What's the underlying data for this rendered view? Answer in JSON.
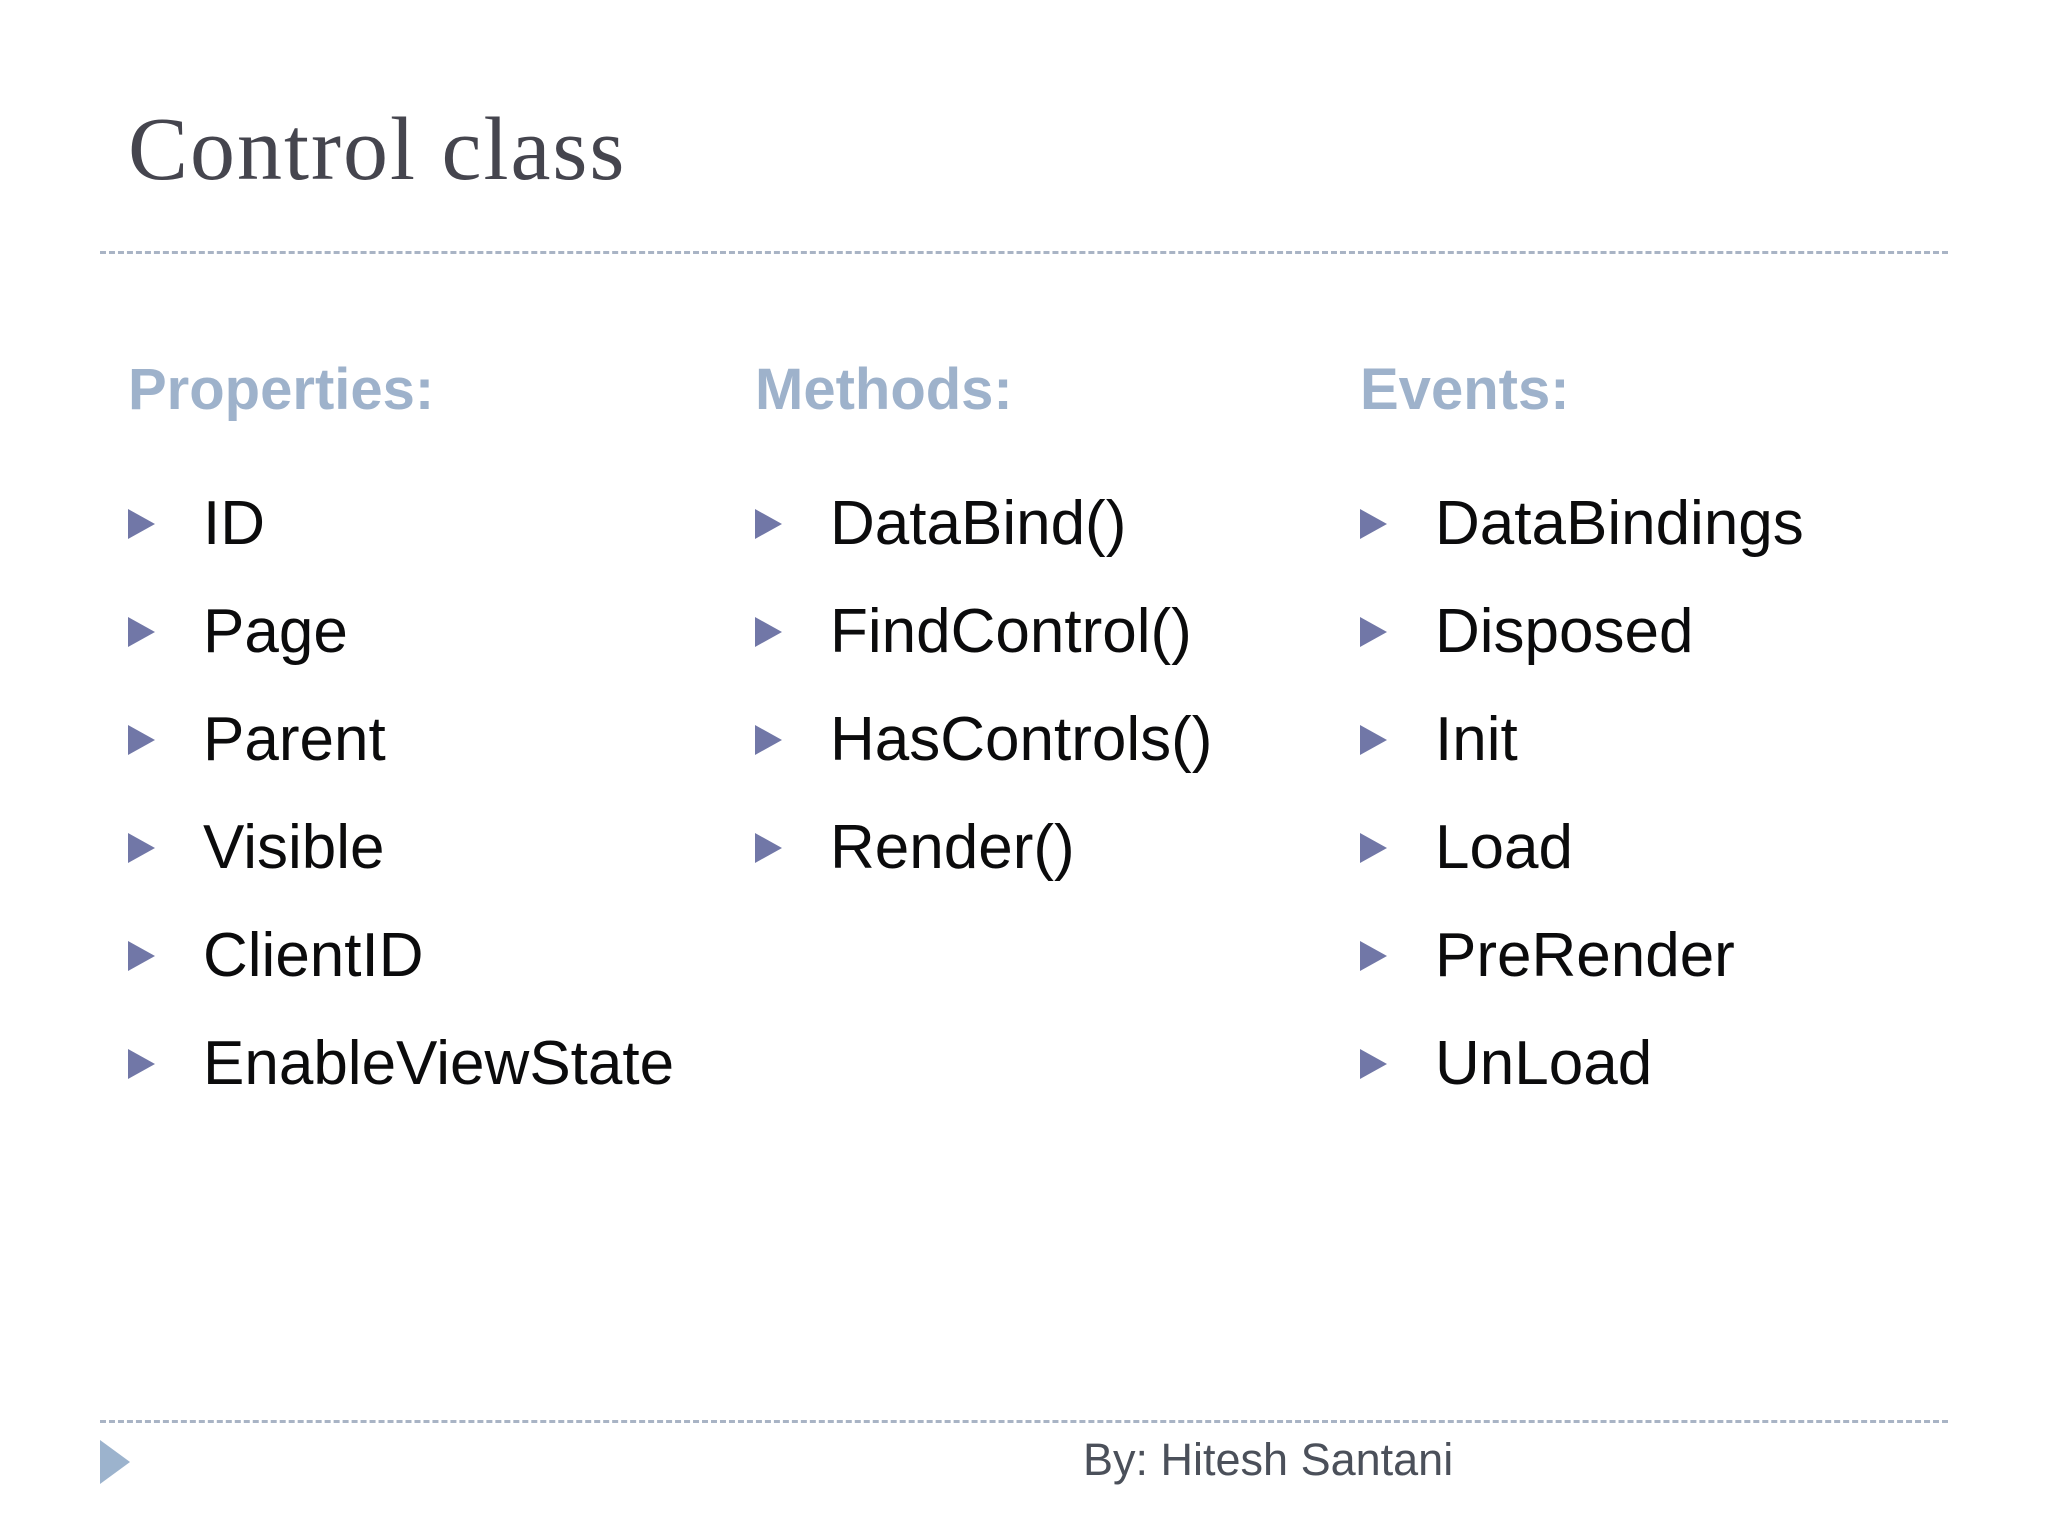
{
  "slide": {
    "title": "Control class",
    "footer": {
      "byline": "By: Hitesh Santani"
    }
  },
  "columns": [
    {
      "heading": "Properties:",
      "items": [
        "ID",
        "Page",
        "Parent",
        "Visible",
        "ClientID",
        "EnableViewState"
      ]
    },
    {
      "heading": "Methods:",
      "items": [
        "DataBind()",
        "FindControl()",
        "HasControls()",
        "Render()"
      ]
    },
    {
      "heading": "Events:",
      "items": [
        "DataBindings",
        "Disposed",
        "Init",
        "Load",
        "PreRender",
        "UnLoad"
      ]
    }
  ],
  "icons": {
    "bullet": "right-triangle-icon",
    "footer_marker": "right-triangle-icon"
  },
  "colors": {
    "background": "#ffffff",
    "title_text": "#45454e",
    "column_heading": "#9eb2cb",
    "item_text": "#0b0b0c",
    "bullet_triangle": "#7177a7",
    "dashed_rule": "#a9b4c5",
    "footer_text": "#4b505a",
    "footer_triangle": "#9cb3cd"
  }
}
